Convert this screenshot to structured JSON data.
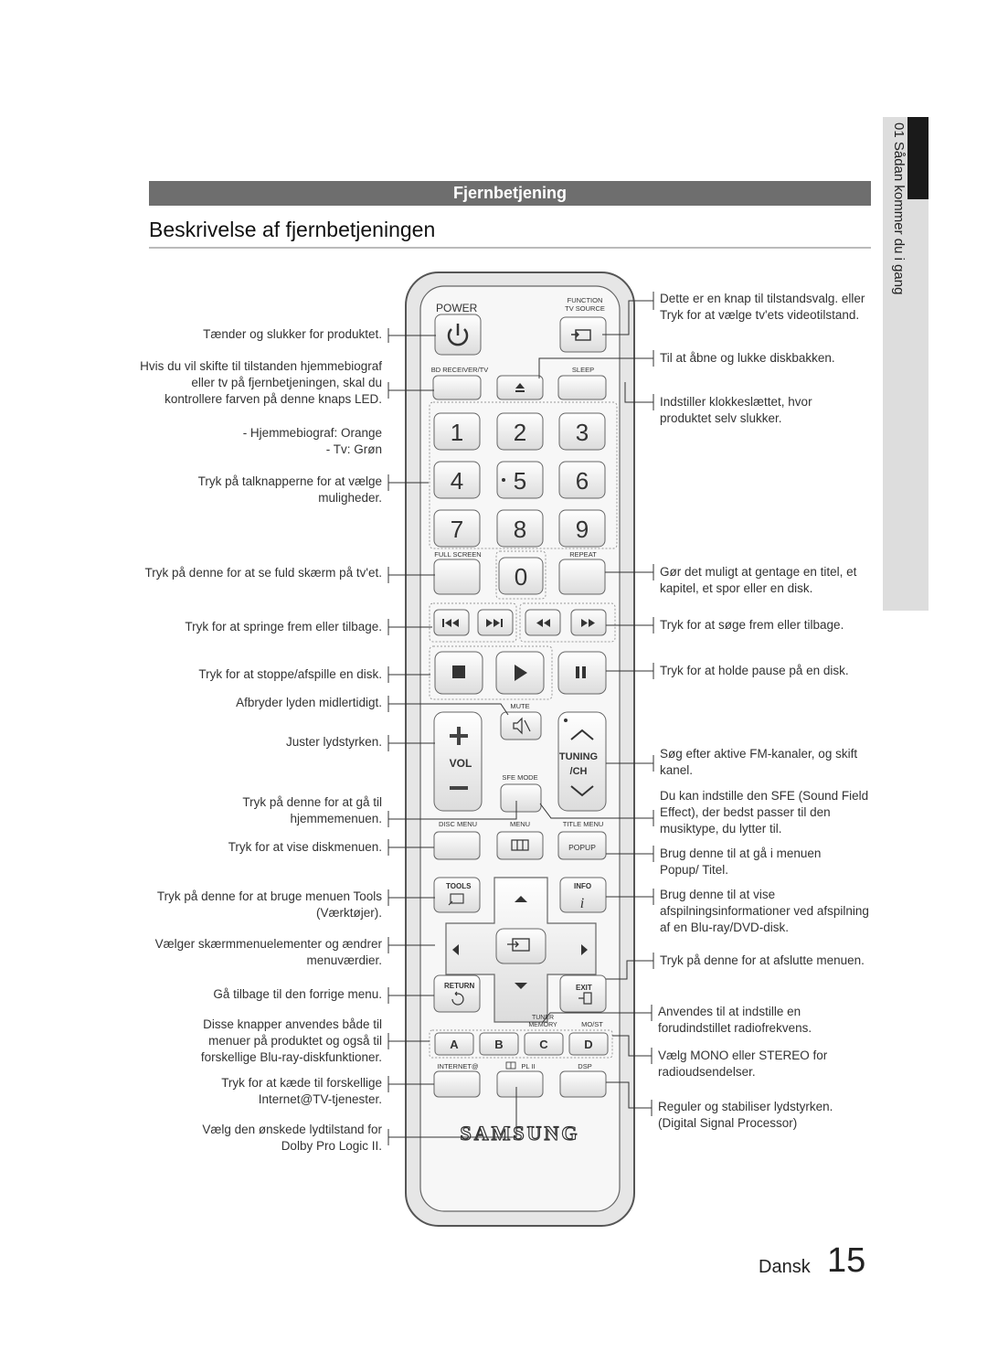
{
  "header": {
    "section": "Fjernbetjening",
    "title": "Beskrivelse af fjernbetjeningen"
  },
  "side_tab": {
    "text": "01  Sådan kommer du i gang"
  },
  "footer": {
    "language": "Dansk",
    "page_number": "15"
  },
  "remote": {
    "power": "POWER",
    "function_tv_source": [
      "FUNCTION",
      "TV SOURCE"
    ],
    "bd_receiver_tv": "BD RECEIVER/TV",
    "sleep": "SLEEP",
    "digits": [
      "1",
      "2",
      "3",
      "4",
      "5",
      "6",
      "7",
      "8",
      "9",
      "0"
    ],
    "full_screen": "FULL SCREEN",
    "repeat": "REPEAT",
    "mute": "MUTE",
    "vol": "VOL",
    "tuning": "TUNING",
    "ch": "/CH",
    "sfe_mode": "SFE MODE",
    "disc_menu": "DISC MENU",
    "menu": "MENU",
    "title_menu": "TITLE MENU",
    "popup": "POPUP",
    "tools": "TOOLS",
    "info": "INFO",
    "return": "RETURN",
    "exit": "EXIT",
    "tuner_memory": [
      "TUNER",
      "MEMORY"
    ],
    "mo_st": "MO/ST",
    "abcd": [
      "A",
      "B",
      "C",
      "D"
    ],
    "internet": "INTERNET@",
    "pl2": "PL II",
    "dsp": "DSP",
    "brand": "SAMSUNG"
  },
  "left_labels": [
    "Tænder og slukker for produktet.",
    "Hvis du vil skifte til tilstanden hjemmebiograf eller tv på fjernbetjeningen, skal du kontrollere farven på denne knaps LED.",
    "- Hjemmebiograf: Orange",
    "- Tv: Grøn",
    "Tryk på talknapperne for at vælge muligheder.",
    "Tryk på denne for at se fuld skærm på tv'et.",
    "Tryk for at springe frem eller tilbage.",
    "Tryk for at stoppe/afspille en disk.",
    "Afbryder lyden midlertidigt.",
    "Juster lydstyrken.",
    "Tryk på denne for at gå til hjemmemenuen.",
    "Tryk for at vise diskmenuen.",
    "Tryk på denne for at bruge menuen Tools (Værktøjer).",
    "Vælger skærmmenuelementer og ændrer menuværdier.",
    "Gå tilbage til den forrige menu.",
    "Disse knapper anvendes både til menuer på produktet og også til forskellige Blu-ray-diskfunktioner.",
    "Tryk for at kæde til forskellige Internet@TV-tjenester.",
    "Vælg den ønskede lydtilstand for Dolby Pro Logic II."
  ],
  "right_labels": [
    "Dette er en knap til tilstandsvalg. eller Tryk for at vælge tv'ets videotilstand.",
    "Til at åbne og lukke diskbakken.",
    "Indstiller klokkeslættet, hvor produktet selv slukker.",
    "Gør det muligt at gentage en titel, et kapitel, et spor eller en disk.",
    "Tryk for at søge frem eller tilbage.",
    "Tryk for at holde pause på en disk.",
    "Søg efter aktive FM-kanaler, og skift kanel.",
    "Du kan indstille den SFE (Sound Field Effect), der bedst passer til den musiktype, du lytter til.",
    "Brug denne til at gå i menuen Popup/ Titel.",
    "Brug denne til at vise afspilningsinformationer ved afspilning af en Blu-ray/DVD-disk.",
    "Tryk på denne for at afslutte menuen.",
    "Anvendes til at indstille en forudindstillet radiofrekvens.",
    "Vælg MONO eller STEREO for radioudsendelser.",
    "Reguler og stabiliser lydstyrken. (Digital Signal Processor)"
  ]
}
